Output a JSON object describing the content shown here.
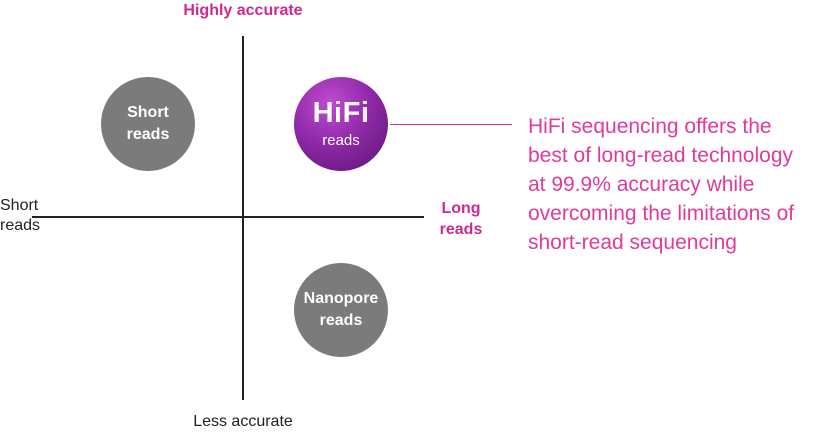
{
  "axes": {
    "top": "Highly accurate",
    "bottom": "Less accurate",
    "left": [
      "Short",
      "reads"
    ],
    "right": [
      "Long",
      "reads"
    ]
  },
  "quadrants": {
    "top_left": {
      "label": [
        "Short",
        "reads"
      ],
      "color": "#7b7b7b"
    },
    "top_right": {
      "logo": "HiFi",
      "sub": "reads",
      "color": "#8f2aa8"
    },
    "bottom_right": {
      "label": [
        "Nanopore",
        "reads"
      ],
      "color": "#7b7b7b"
    }
  },
  "callout": {
    "lines": [
      "HiFi sequencing offers the",
      "best of long-read technology",
      "at 99.9% accuracy while",
      "overcoming the limitations of",
      "short-read sequencing"
    ],
    "color": "#e23a9a"
  },
  "accent_color": "#d1288f"
}
